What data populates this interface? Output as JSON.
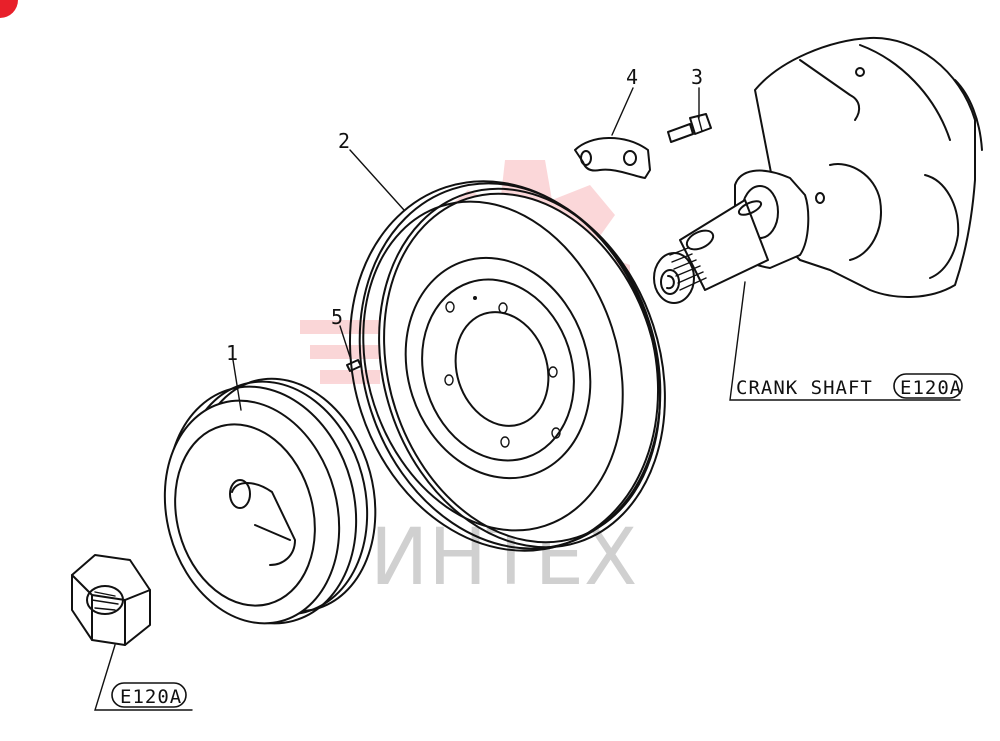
{
  "callouts": {
    "p1": "1",
    "p2": "2",
    "p3": "3",
    "p4": "4",
    "p5": "5"
  },
  "references": {
    "crank_shaft": "CRANK SHAFT",
    "crank_shaft_ref": "E120A",
    "nut_ref": "E120A"
  },
  "watermark": {
    "text": "ИНТЕХ",
    "color": "#e8202a"
  }
}
